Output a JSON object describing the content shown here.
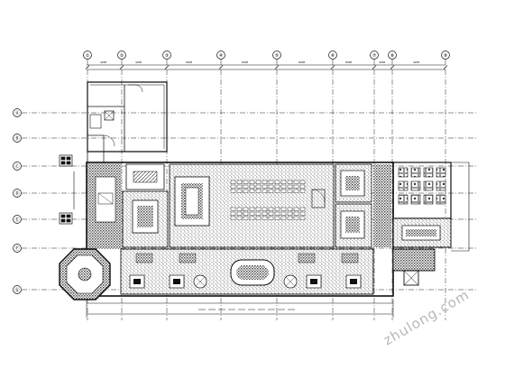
{
  "drawing": {
    "grid_labels_top": [
      "①",
      "②",
      "③",
      "④",
      "⑤",
      "⑥",
      "⑦",
      "⑧",
      "⑨"
    ],
    "grid_labels_left": [
      "Ⓐ",
      "Ⓑ",
      "Ⓒ",
      "Ⓓ",
      "Ⓔ",
      "Ⓕ",
      "Ⓖ"
    ],
    "dimension_labels": [
      "4200",
      "4200",
      "8400",
      "8400",
      "8400",
      "8400",
      "4200",
      "4200"
    ],
    "watermark": "zhulong.com",
    "line_color": "#111111",
    "hatch_color": "#333333"
  }
}
